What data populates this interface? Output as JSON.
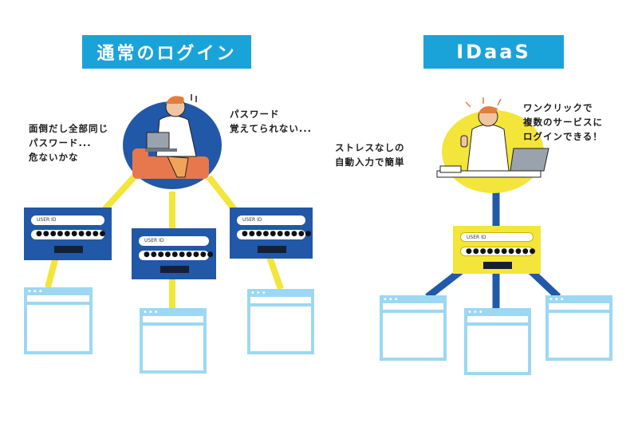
{
  "left": {
    "title": "通常のログイン",
    "note_left": "面倒だし全部同じ\nパスワード...\n危ないかな",
    "note_right": "パスワード\n覚えてられない...",
    "forms": [
      {
        "user_label": "USER ID",
        "password": "●●●●●●●●●●"
      },
      {
        "user_label": "USER ID",
        "password": "●●●●●●●●●●"
      },
      {
        "user_label": "USER ID",
        "password": "●●●●●●●●●●"
      }
    ],
    "window_dots": "•••"
  },
  "right": {
    "title": "IDaaS",
    "note_left": "ストレスなしの\n自動入力で簡単",
    "note_right": "ワンクリックで\n複数のサービスに\nログインできる！",
    "form": {
      "user_label": "USER ID",
      "password": "●●●●●●●●●●"
    },
    "window_dots": "•••"
  },
  "colors": {
    "title_bg": "#1aa3d9",
    "connector_yellow": "#f3e53a",
    "connector_blue": "#2158a8",
    "login_blue": "#2158a8",
    "login_yellow": "#f3e53a",
    "window_blue": "#9cd8f3"
  }
}
